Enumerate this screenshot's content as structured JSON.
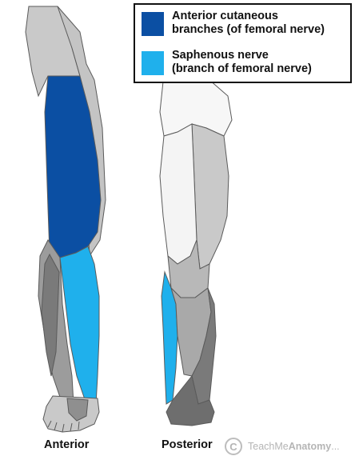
{
  "legend": {
    "items": [
      {
        "label_line1": "Anterior cutaneous",
        "label_line2": "branches (of femoral nerve)",
        "color": "#0b4fa3"
      },
      {
        "label_line1": "Saphenous nerve",
        "label_line2": "(branch of femoral nerve)",
        "color": "#1fb0ec"
      }
    ]
  },
  "captions": {
    "anterior": "Anterior",
    "posterior": "Posterior"
  },
  "brand": {
    "copyright_symbol": "C",
    "name_light": "TeachMe",
    "name_bold": "Anatomy",
    "suffix": "..."
  },
  "colors": {
    "dark_blue": "#0b4fa3",
    "light_blue": "#1fb0ec",
    "gray_light": "#c9c9c9",
    "gray_mid": "#a8a8a8",
    "gray_dark": "#777777",
    "white_region": "#f7f7f7",
    "outline": "#555555"
  }
}
